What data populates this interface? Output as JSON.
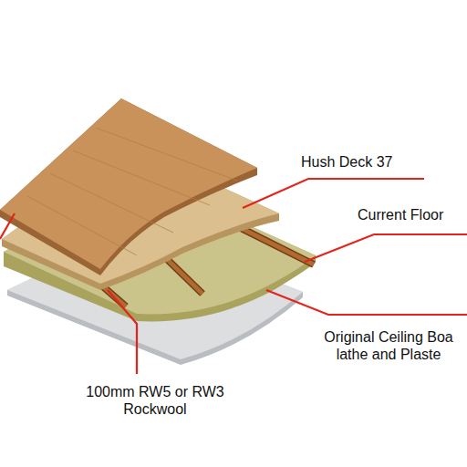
{
  "diagram": {
    "labels": [
      "Hush Deck 37",
      "Current Floor",
      "Original Ceiling Boa lathe and Plaste",
      "100mm RW5 or RW3 Rockwool"
    ]
  }
}
